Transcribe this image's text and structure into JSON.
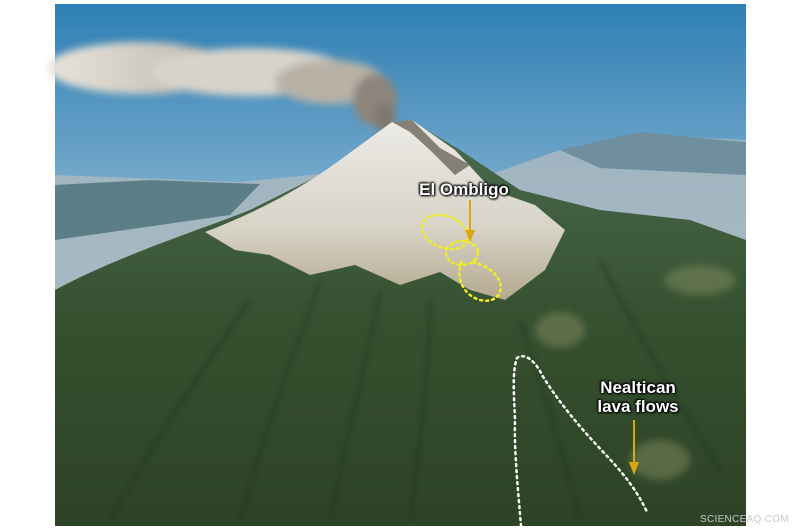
{
  "annotations": {
    "el_ombligo": "El Ombligo",
    "nealtican_line1": "Nealtican",
    "nealtican_line2": "lava flows"
  },
  "watermark": "SCIENCEAQ.COM",
  "colors": {
    "outline_el_ombligo": "#f2ee1e",
    "outline_lava_flow": "#ffffff",
    "arrow": "#d9a80f",
    "sky": "#3f87b8",
    "forest": "#2f4a2a",
    "snow": "#e2e1dc"
  }
}
